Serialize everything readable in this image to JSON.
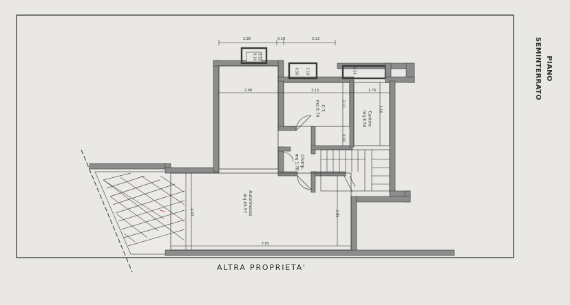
{
  "sheet_title": "PIANO SEMINTERRATO",
  "bottom_label": "ALTRA PROPRIETA'",
  "rooms": {
    "ct": {
      "name": "C.T.",
      "area": "mq 6.79"
    },
    "cantina": {
      "name": "Cantina",
      "area": "mq 8.54"
    },
    "disimpegno": {
      "name": "Disimp.",
      "area": "mq 1.78"
    },
    "autorimessa": {
      "name": "Autorimessa",
      "area": "mq 45.57"
    }
  },
  "dimensions": {
    "top_left": "2.98",
    "top_mid": "0.18",
    "top_right": "3.13",
    "inner_left": "2.98",
    "inner_mid": "3.13",
    "inner_right": "1.76",
    "ct_height": "3.13",
    "cantina_height": "3.16",
    "corridor_width": "0.91",
    "garage_height": "4.03",
    "stair_height": "2.86",
    "garage_width": "7.65",
    "vent1": "0.10",
    "vent1b": "0.50",
    "vent2": "0.50",
    "vent2b": "1.10",
    "vent3": "0.50"
  },
  "colors": {
    "paper": "#e9e8e4",
    "wall": "#8c8c8c",
    "line": "#2a2a2a"
  }
}
